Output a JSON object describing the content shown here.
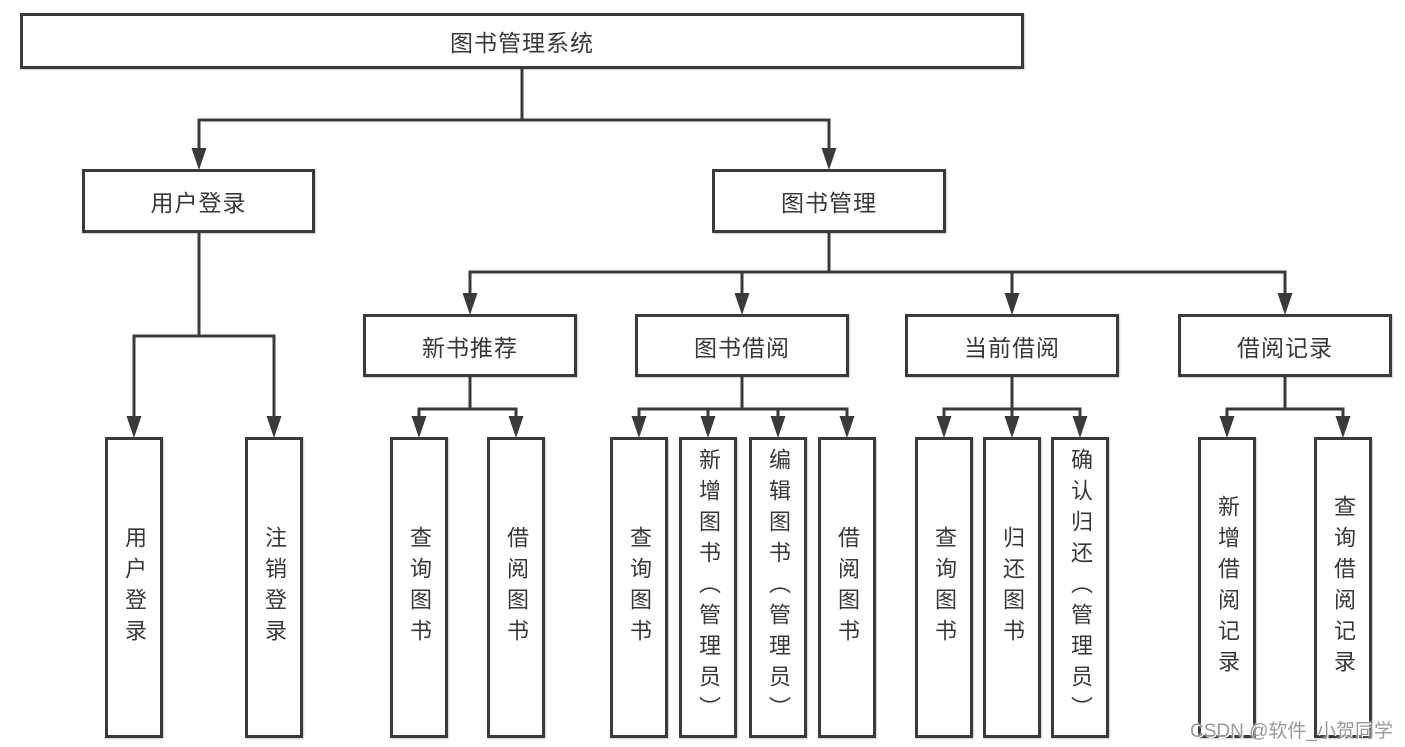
{
  "tree": {
    "root": "图书管理系统",
    "branches": [
      {
        "label": "用户登录",
        "children": [
          "用户登录",
          "注销登录"
        ]
      },
      {
        "label": "图书管理",
        "groups": [
          {
            "label": "新书推荐",
            "children": [
              "查询图书",
              "借阅图书"
            ]
          },
          {
            "label": "图书借阅",
            "children": [
              "查询图书",
              "新增图书（管理员）",
              "编辑图书（管理员）",
              "借阅图书"
            ]
          },
          {
            "label": "当前借阅",
            "children": [
              "查询图书",
              "归还图书",
              "确认归还（管理员）"
            ]
          },
          {
            "label": "借阅记录",
            "children": [
              "新增借阅记录",
              "查询借阅记录"
            ]
          }
        ]
      }
    ]
  },
  "watermark": {
    "text": "CSDN @软件_小贺同学"
  },
  "colors": {
    "line": "#3a3a3a",
    "text": "#383838",
    "background": "#ffffff",
    "watermark": "#949494"
  }
}
